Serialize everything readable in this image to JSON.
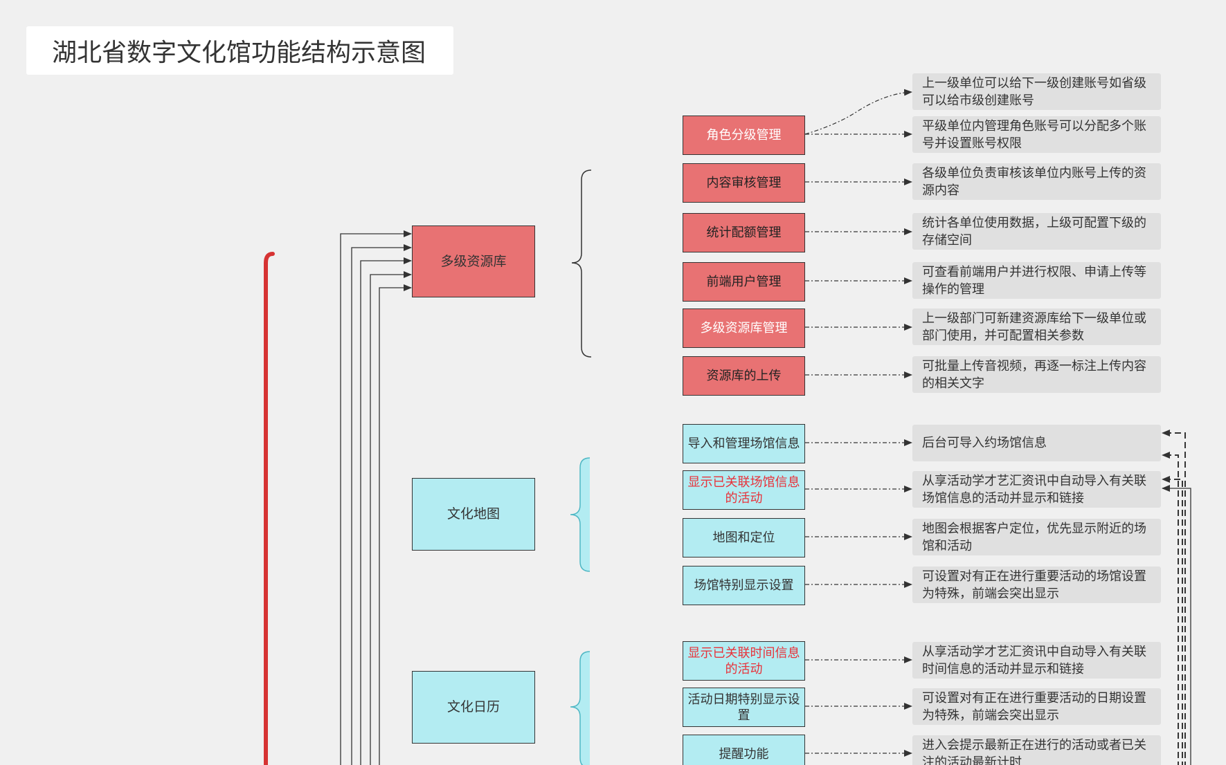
{
  "title": "湖北省数字文化馆功能结构示意图",
  "colors": {
    "red_fill": "#e87273",
    "cyan_fill": "#b3ecf2",
    "note_fill": "#e0e0e0",
    "trunk": "#d63333",
    "alert_text": "#e8323a"
  },
  "modules": [
    {
      "label": "多级资源库",
      "color": "red",
      "functions": [
        {
          "label": "角色分级管理",
          "style": "white",
          "notes": [
            "上一级单位可以给下一级创建账号如省级可以给市级创建账号",
            "平级单位内管理角色账号可以分配多个账号并设置账号权限"
          ]
        },
        {
          "label": "内容审核管理",
          "style": "dark",
          "notes": [
            "各级单位负责审核该单位内账号上传的资源内容"
          ]
        },
        {
          "label": "统计配额管理",
          "style": "dark",
          "notes": [
            "统计各单位使用数据，上级可配置下级的存储空间"
          ]
        },
        {
          "label": "前端用户管理",
          "style": "dark",
          "notes": [
            "可查看前端用户并进行权限、申请上传等操作的管理"
          ]
        },
        {
          "label": "多级资源库管理",
          "style": "white",
          "notes": [
            "上一级部门可新建资源库给下一级单位或部门使用，并可配置相关参数"
          ]
        },
        {
          "label": "资源库的上传",
          "style": "dark",
          "notes": [
            "可批量上传音视频，再逐一标注上传内容的相关文字"
          ]
        }
      ]
    },
    {
      "label": "文化地图",
      "color": "cyan",
      "functions": [
        {
          "label": "导入和管理场馆信息",
          "style": "normal",
          "notes": [
            "后台可导入约场馆信息"
          ]
        },
        {
          "label": "显示已关联场馆信息的活动",
          "style": "alert",
          "notes": [
            "从享活动学才艺汇资讯中自动导入有关联场馆信息的活动并显示和链接"
          ]
        },
        {
          "label": "地图和定位",
          "style": "normal",
          "notes": [
            "地图会根据客户定位，优先显示附近的场馆和活动"
          ]
        },
        {
          "label": "场馆特别显示设置",
          "style": "normal",
          "notes": [
            "可设置对有正在进行重要活动的场馆设置为特殊，前端会突出显示"
          ]
        }
      ]
    },
    {
      "label": "文化日历",
      "color": "cyan",
      "functions": [
        {
          "label": "显示已关联时间信息的活动",
          "style": "alert",
          "notes": [
            "从享活动学才艺汇资讯中自动导入有关联时间信息的活动并显示和链接"
          ]
        },
        {
          "label": "活动日期特别显示设置",
          "style": "normal",
          "notes": [
            "可设置对有正在进行重要活动的日期设置为特殊，前端会突出显示"
          ]
        },
        {
          "label": "提醒功能",
          "style": "normal",
          "notes": [
            "进入会提示最新正在进行的活动或者已关注的活动最新计时"
          ]
        }
      ]
    }
  ]
}
